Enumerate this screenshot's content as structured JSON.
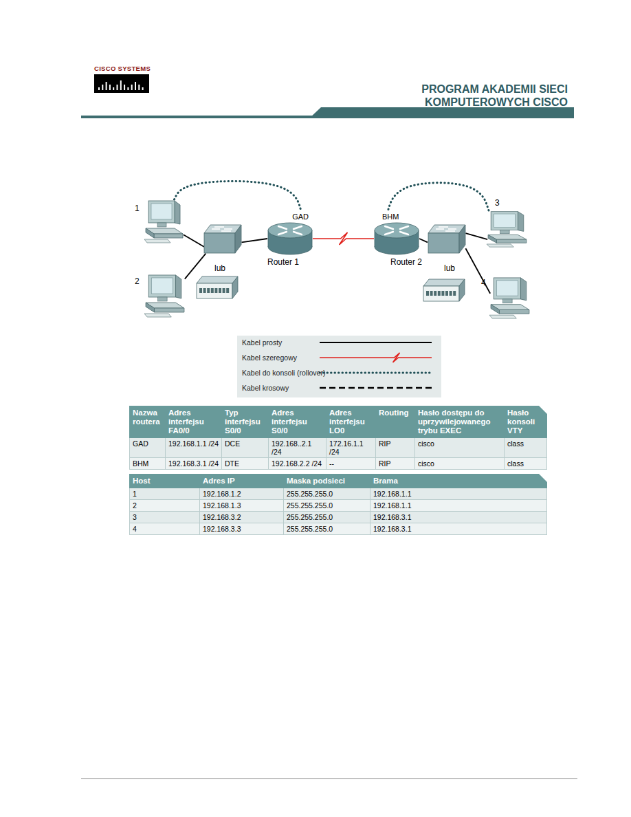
{
  "diagram": {
    "nodes": [
      {
        "text": [
          "1"
        ]
      },
      {
        "text": [
          "2"
        ]
      },
      {
        "text": [
          "lub"
        ]
      },
      {
        "text": [
          "GAD",
          "Router 1"
        ]
      },
      {
        "text": [
          "BHM",
          "Router 2"
        ]
      },
      {
        "text": [
          "lub"
        ]
      },
      {
        "text": [
          "3"
        ]
      },
      {
        "text": [
          "4"
        ]
      }
    ],
    "edges": [
      {
        "from": 0,
        "to": 2,
        "arrow": "none"
      },
      {
        "from": 1,
        "to": 2,
        "arrow": "none"
      },
      {
        "from": 2,
        "to": 3,
        "arrow": "none"
      },
      {
        "from": 3,
        "to": 4,
        "arrow": "none"
      },
      {
        "from": 4,
        "to": 5,
        "arrow": "none"
      },
      {
        "from": 5,
        "to": 6,
        "arrow": "none"
      },
      {
        "from": 5,
        "to": 7,
        "arrow": "none"
      },
      {
        "from": 0,
        "to": 3,
        "arrow": "none"
      },
      {
        "from": 6,
        "to": 4,
        "arrow": "none"
      }
    ],
    "labels": [
      "CISCO SYSTEMS",
      "PROGRAM AKADEMII SIECI",
      "KOMPUTEROWYCH CISCO",
      "Nazwa routera",
      "Adres interfejsu FA0/0",
      "Typ interfejsu S0/0",
      "Adres interfejsu S0/0",
      "Adres interfejsu LO0",
      "Routing",
      "Hasło dostępu do uprzywilejowanego trybu EXEC",
      "Hasło konsoli VTY",
      "GAD",
      "192.168.1.1 /24",
      "DCE",
      "192.168..2.1 /24",
      "172.16.1.1 /24",
      "RIP",
      "cisco",
      "class",
      "BHM",
      "192.168.3.1 /24",
      "DTE",
      "192.168.2.2 /24",
      "--",
      "RIP",
      "cisco",
      "class",
      "Host",
      "Adres IP",
      "Maska podsieci",
      "Brama",
      "1",
      "192.168.1.2",
      "255.255.255.0",
      "192.168.1.1",
      "2",
      "192.168.1.3",
      "255.255.255.0",
      "192.168.1.1",
      "3",
      "192.168.3.2",
      "255.255.255.0",
      "192.168.3.1",
      "4",
      "192.168.3.3",
      "255.255.255.0",
      "192.168.3.1"
    ],
    "legend": [
      {
        "text": "Kabel prosty"
      },
      {
        "text": "Kabel szeregowy"
      },
      {
        "text": "Kabel do konsoli (rollover)"
      },
      {
        "text": "Kabel krosowy"
      }
    ]
  }
}
